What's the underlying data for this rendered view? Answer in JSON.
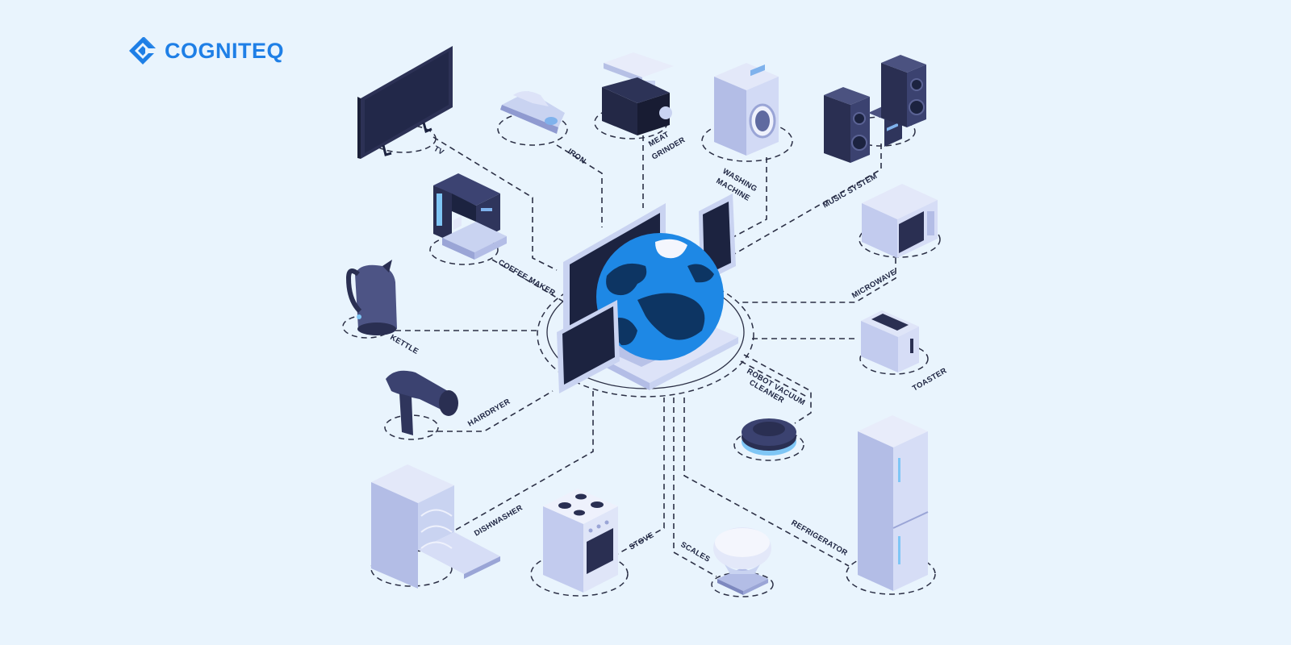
{
  "brand": {
    "name": "COGNITEQ"
  },
  "colors": {
    "background": "#e9f4fd",
    "brand": "#1e7fe6",
    "device_dark": "#1c2340",
    "device_light": "#c9d3f1",
    "globe_ocean": "#1e88e5",
    "globe_land": "#0d3563"
  },
  "hub": {
    "icon": "globe-with-laptop-tablet-phone-icon"
  },
  "devices": {
    "tv": "TV",
    "iron": "IRON",
    "meat_grinder_1": "MEAT",
    "meat_grinder_2": "GRINDER",
    "washing_machine_1": "WASHING",
    "washing_machine_2": "MACHINE",
    "music_system": "MUSIC SYSTEM",
    "coffee_maker": "COFFEE MAKER",
    "microwave": "MICROWAVE",
    "kettle": "KETTLE",
    "toaster": "TOASTER",
    "robot_vacuum_1": "ROBOT VACUUM",
    "robot_vacuum_2": "CLEANER",
    "hairdryer": "HAIRDRYER",
    "dishwasher": "DISHWASHER",
    "stove": "STOVE",
    "scales": "SCALES",
    "refrigerator": "REFRIGERATOR"
  }
}
